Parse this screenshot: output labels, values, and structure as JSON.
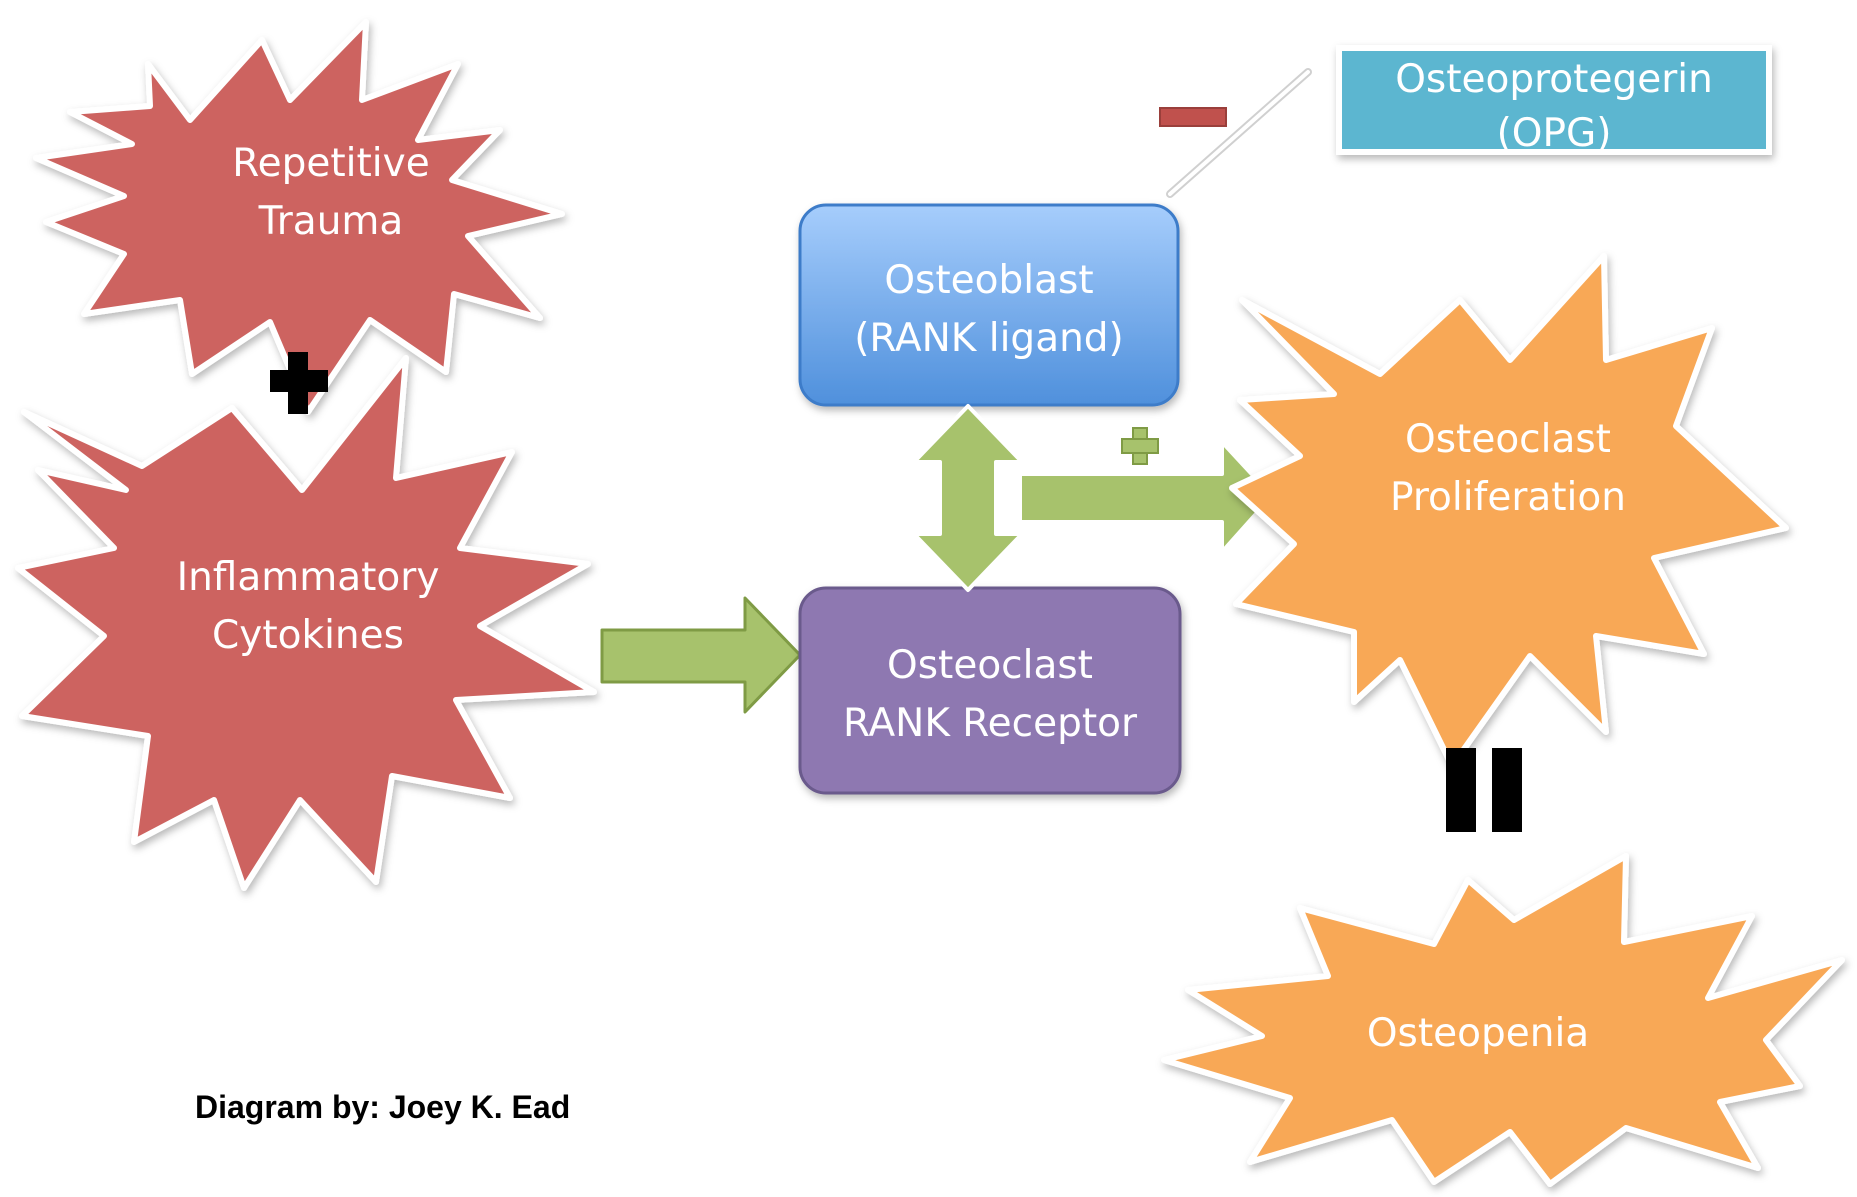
{
  "nodes": {
    "repetitive_trauma": {
      "line1": "Repetitive",
      "line2": "Trauma"
    },
    "inflammatory_cytokines": {
      "line1": "Inflammatory",
      "line2": "Cytokines"
    },
    "osteoblast": {
      "line1": "Osteoblast",
      "line2": "(RANK ligand)"
    },
    "osteoclast_receptor": {
      "line1": "Osteoclast",
      "line2": "RANK Receptor"
    },
    "opg": {
      "line1": "Osteoprotegerin",
      "line2": "(OPG)"
    },
    "osteoclast_proliferation": {
      "line1": "Osteoclast",
      "line2": "Proliferation"
    },
    "osteopenia": {
      "line1": "Osteopenia"
    }
  },
  "credit": "Diagram by: Joey K. Ead",
  "colors": {
    "red_burst": "#cd6460",
    "orange_burst": "#f8a857",
    "osteoblast_top": "#a6cdfc",
    "osteoblast_bottom": "#4f90dc",
    "receptor_purple": "#8e78b1",
    "opg_teal": "#5bb6d0",
    "arrow_green": "#a7c26c",
    "arrow_green_dark": "#7f9b45",
    "minus_red": "#c0514d"
  }
}
